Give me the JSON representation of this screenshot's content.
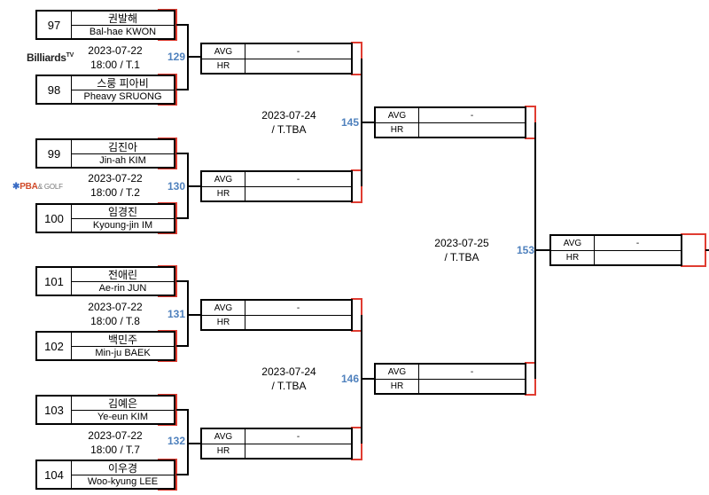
{
  "logos": {
    "billiards": "Billiards",
    "billiards_tv": "TV",
    "pba": "PBA",
    "pba_tail": "& GOLF"
  },
  "stat_labels": {
    "avg": "AVG",
    "hr": "HR"
  },
  "players": [
    {
      "seed": "97",
      "korean": "권발해",
      "english": "Bal-hae KWON"
    },
    {
      "seed": "98",
      "korean": "스룽 피아비",
      "english": "Pheavy SRUONG"
    },
    {
      "seed": "99",
      "korean": "김진아",
      "english": "Jin-ah KIM"
    },
    {
      "seed": "100",
      "korean": "임경진",
      "english": "Kyoung-jin IM"
    },
    {
      "seed": "101",
      "korean": "전애린",
      "english": "Ae-rin JUN"
    },
    {
      "seed": "102",
      "korean": "백민주",
      "english": "Min-ju BAEK"
    },
    {
      "seed": "103",
      "korean": "김예은",
      "english": "Ye-eun KIM"
    },
    {
      "seed": "104",
      "korean": "이우경",
      "english": "Woo-kyung LEE"
    }
  ],
  "round1": [
    {
      "number": "129",
      "date": "2023-07-22",
      "time": "18:00 / T.1",
      "avg": "-"
    },
    {
      "number": "130",
      "date": "2023-07-22",
      "time": "18:00 / T.2",
      "avg": "-"
    },
    {
      "number": "131",
      "date": "2023-07-22",
      "time": "18:00 / T.8",
      "avg": "-"
    },
    {
      "number": "132",
      "date": "2023-07-22",
      "time": "18:00 / T.7",
      "avg": "-"
    }
  ],
  "round2": [
    {
      "number": "145",
      "date": "2023-07-24",
      "time": "/ T.TBA",
      "avg": "-"
    },
    {
      "number": "146",
      "date": "2023-07-24",
      "time": "/ T.TBA",
      "avg": "-"
    }
  ],
  "round3": [
    {
      "number": "153",
      "date": "2023-07-25",
      "time": "/ T.TBA",
      "avg": "-"
    }
  ]
}
